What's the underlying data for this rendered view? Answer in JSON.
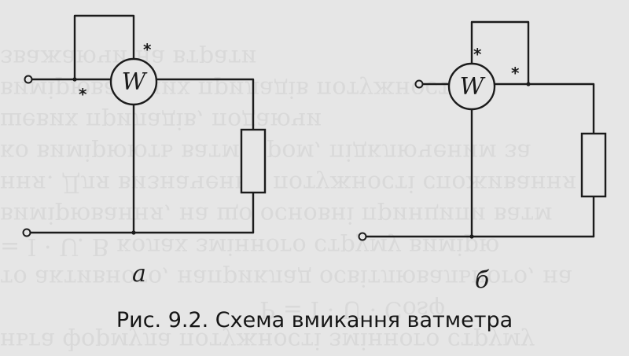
{
  "caption": "Рис. 9.2. Схема вмикання ватметра",
  "meter_symbol": "W",
  "generator_mark": "*",
  "diagrams": [
    {
      "id": "a",
      "variant_label": "а"
    },
    {
      "id": "b",
      "variant_label": "б"
    }
  ],
  "background_bleed_lines": [
    "ньга формула потужності змінного струму",
    "P = I · U · Cosφ",
    "то активного, наприклад освітлювального, на",
    "= I · U. В колах змінного струму вимірю",
    "вимірювання, на що основні принципи ватм",
    "ння. Для визначення потужності споживання",
    "ко вимірюють ватметром, підключеним за",
    "шевих приладів, подаючи",
    "вимірювальних приладів потужності",
    "зважаючи на втрати"
  ]
}
